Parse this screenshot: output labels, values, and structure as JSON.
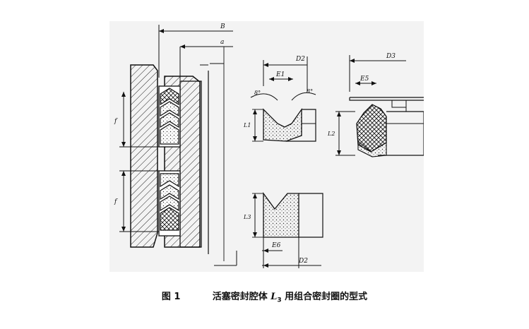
{
  "figure": {
    "labels": {
      "B": "B",
      "a": "a",
      "D2": "D2",
      "D3": "D3",
      "E1": "E1",
      "E5": "E5",
      "E6": "E6",
      "L1": "L1",
      "L2": "L2",
      "L3": "L3",
      "angle_left": "8°",
      "angle_right": "8°",
      "f": "f"
    },
    "caption": {
      "number": "图 1",
      "title_pre": "活塞密封腔体 ",
      "title_sym": "L",
      "title_sub": "3",
      "title_post": " 用组合密封圈的型式"
    }
  }
}
